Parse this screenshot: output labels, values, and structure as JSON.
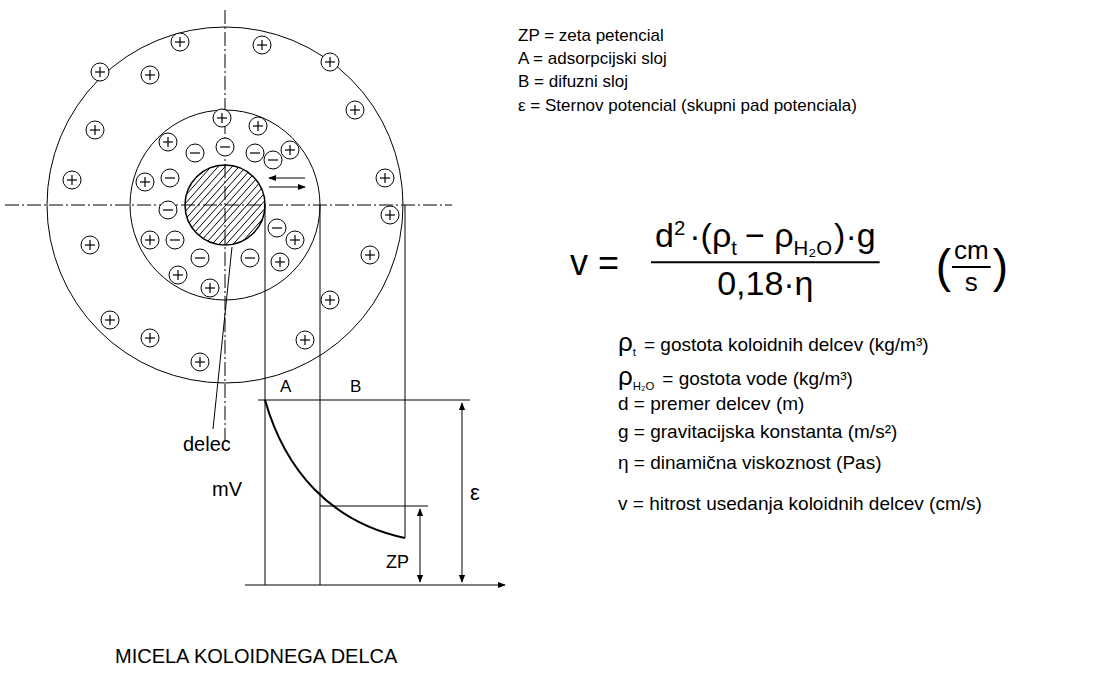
{
  "diagram": {
    "caption": "MICELA KOLOIDNEGA DELCA",
    "labels": [
      "ZP = zeta petencial",
      "A = adsorpcijski sloj",
      "B = difuzni sloj",
      "ε = Sternov potencial (skupni pad potenciala)",
      "v",
      "=",
      "d",
      "2",
      "·(ρ",
      "t",
      "− ρ",
      "H₂O",
      ")·g",
      "0,18·η",
      "(",
      "cm",
      "s",
      ")",
      "ρ",
      "t",
      "= gostota koloidnih delcev (kg/m³)",
      "ρ",
      "H₂O",
      "= gostota vode (kg/m³)",
      "d = premer delcev (m)",
      "g = gravitacijska konstanta (m/s²)",
      "η = dinamična viskoznost (Pas)",
      "v = hitrost usedanja koloidnih delcev (cm/s)",
      "delec",
      "A",
      "B",
      "mV",
      "ZP",
      "ε"
    ]
  }
}
